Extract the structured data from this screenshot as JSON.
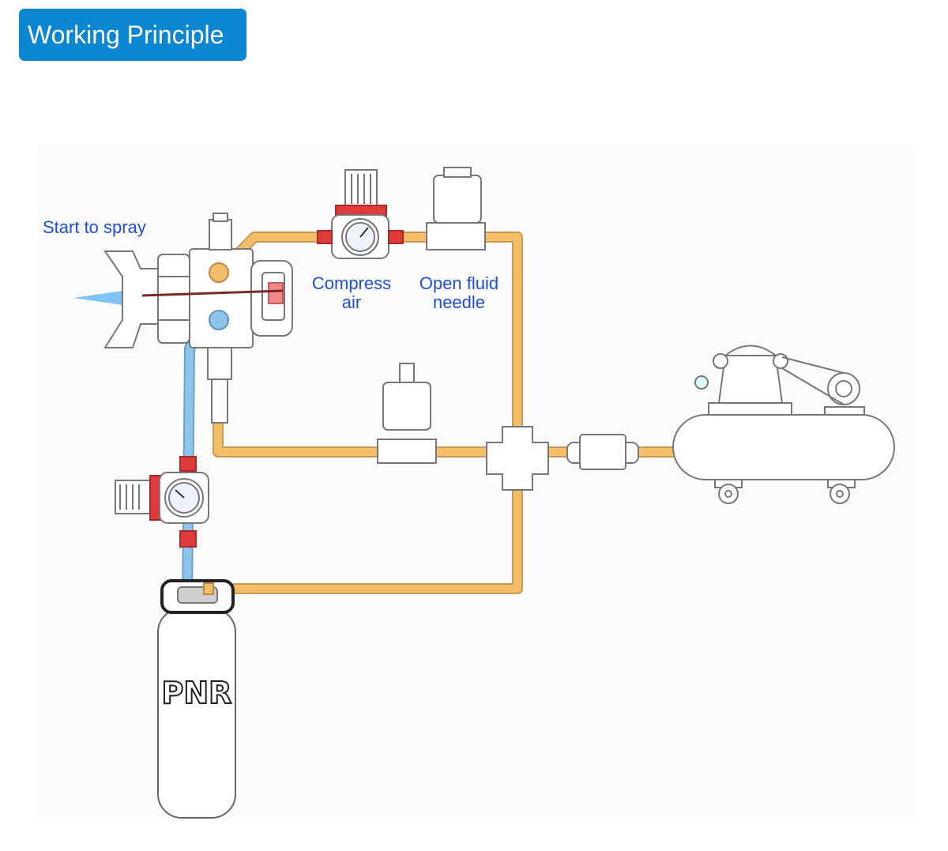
{
  "header": {
    "title": "Working Principle"
  },
  "labels": {
    "start_to_spray": "Start to spray",
    "compress_air": [
      "Compress",
      "air"
    ],
    "open_fluid_needle": [
      "Open fluid",
      "needle"
    ]
  },
  "tank": {
    "brand": "PNR"
  },
  "colors": {
    "badge_bg": "#0b86d1",
    "label_text": "#1f4fd6",
    "air_line": "#f3bd6a",
    "fluid_line": "#8ec4ea",
    "spray": "#7fc4f2",
    "outline": "#777777",
    "red_accent": "#e03b3b"
  }
}
